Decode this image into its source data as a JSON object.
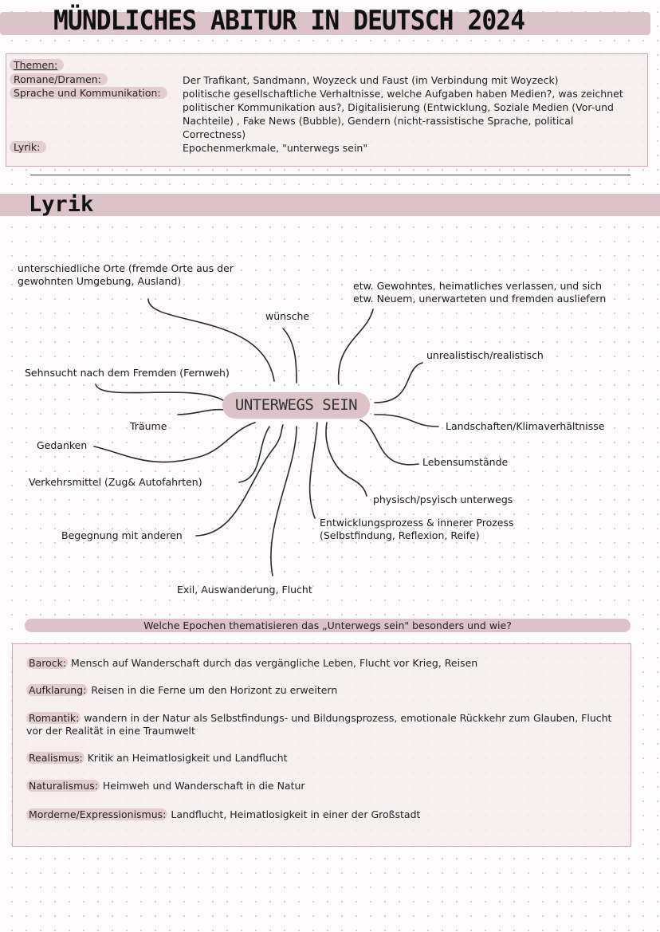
{
  "header": {
    "title": "MÜNDLICHES ABITUR IN DEUTSCH 2024"
  },
  "themen": {
    "heading": "Themen:",
    "rows": [
      {
        "label": "Romane/Dramen:",
        "text": "Der Trafikant, Sandmann, Woyzeck und Faust (im Verbindung mit Woyzeck)"
      },
      {
        "label": "Sprache und Kommunikation:",
        "text": "politische gesellschaftliche Verhaltnisse, welche Aufgaben haben Medien?, was zeichnet politischer Kommunikation aus?, Digitalisierung (Entwicklung, Soziale Medien (Vor-und Nachteile) , Fake News (Bubble), Gendern (nicht-rassistische Sprache, political Correctness)"
      },
      {
        "label": "Lyrik:",
        "text": "Epochenmerkmale, \"unterwegs sein\""
      }
    ]
  },
  "lyrik": {
    "heading": "Lyrik",
    "center": "UNTERWEGS SEIN",
    "branches": {
      "orte": "unterschiedliche Orte (fremde Orte aus der\ngewohnten Umgebung, Ausland)",
      "wuensche": "wünsche",
      "gewohntes": "etw. Gewohntes, heimatliches verlassen, und sich\netw. Neuem, unerwarteten und fremden ausliefern",
      "unrealistisch": "unrealistisch/realistisch",
      "sehnsucht": "Sehnsucht nach dem Fremden (Fernweh)",
      "traeume": "Träume",
      "gedanken": "Gedanken",
      "landschaften": "Landschaften/Klimaverhältnisse",
      "lebensumstaende": "Lebensumstände",
      "verkehrsmittel": "Verkehrsmittel (Zug& Autofahrten)",
      "physisch": "physisch/psyisch unterwegs",
      "entwicklung": "Entwicklungsprozess & innerer Prozess\n(Selbstfindung, Reflexion, Reife)",
      "begegnung": "Begegnung mit anderen",
      "exil": "Exil, Auswanderung, Flucht"
    }
  },
  "epochen": {
    "question": "Welche Epochen thematisieren das „Unterwegs sein\" besonders und wie?",
    "items": [
      {
        "name": "Barock:",
        "text": " Mensch auf Wanderschaft durch das vergängliche Leben, Flucht vor Krieg, Reisen"
      },
      {
        "name": "Aufklarung:",
        "text": " Reisen in die Ferne um den Horizont zu erweitern"
      },
      {
        "name": "Romantik:",
        "text": " wandern in der Natur als Selbstfindungs- und Bildungsprozess, emotionale Rückkehr zum Glauben, Flucht vor der Realität in eine Traumwelt"
      },
      {
        "name": "Realismus:",
        "text": " Kritik an Heimatlosigkeit und Landflucht"
      },
      {
        "name": "Naturalismus:",
        "text": " Heimweh und Wanderschaft in die Natur"
      },
      {
        "name": "Morderne/Expressionismus:",
        "text": " Landflucht, Heimatlosigkeit in einer der Großstadt"
      }
    ]
  },
  "colors": {
    "accent": "#dcc3c9",
    "pill": "#e3cdd2",
    "border": "#c9a3ad",
    "box": "#f7ecee"
  }
}
